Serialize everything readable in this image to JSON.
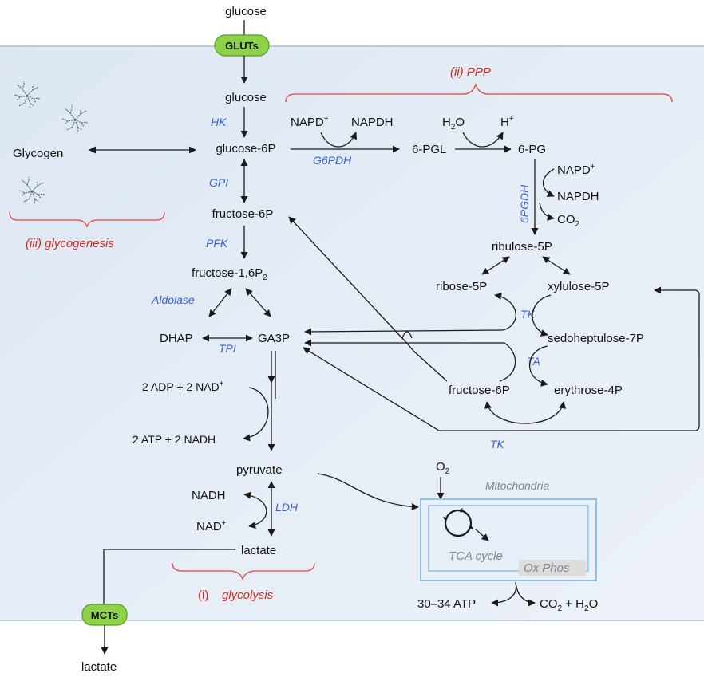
{
  "colors": {
    "cell_background": "#e4ecf6",
    "transporter_fill": "#8ed24a",
    "enzyme_text": "#3a5fcd",
    "section_label": "#d0281c",
    "mitochondria_border": "#8ec2ea",
    "mitochondria_label": "#7e8591"
  },
  "transporters": {
    "gluts": "GLUTs",
    "mcts": "MCTs"
  },
  "metabolites": {
    "glucose_out": "glucose",
    "glucose_in": "glucose",
    "glucose_6p": "glucose-6P",
    "fructose_6p": "fructose-6P",
    "fructose_16p2_base": "fructose-1,6P",
    "fructose_16p2_sub": "2",
    "dhap": "DHAP",
    "ga3p": "GA3P",
    "pyruvate": "pyruvate",
    "lactate_in": "lactate",
    "lactate_out": "lactate",
    "glycogen": "Glycogen",
    "pgl": "6-PGL",
    "pg": "6-PG",
    "ribulose_5p": "ribulose-5P",
    "ribose_5p": "ribose-5P",
    "xylulose_5p": "xylulose-5P",
    "sedoheptulose_7p": "sedoheptulose-7P",
    "fructose_6p_ppp": "fructose-6P",
    "erythrose_4p": "erythrose-4P"
  },
  "cofactors": {
    "napd_plus_1_base": "NAPD",
    "napd_plus_1_sup": "+",
    "napdh_1": "NAPDH",
    "h2o_base": "H",
    "h2o_sub": "2",
    "h2o_tail": "O",
    "h_plus_base": "H",
    "h_plus_sup": "+",
    "napd_plus_2_base": "NAPD",
    "napd_plus_2_sup": "+",
    "napdh_2": "NAPDH",
    "co2_base": "CO",
    "co2_sub": "2",
    "adp_nad": "2 ADP + 2 NAD",
    "adp_nad_sup": "+",
    "atp_nadh": "2 ATP + 2 NADH",
    "nadh": "NADH",
    "nad_plus_base": "NAD",
    "nad_plus_sup": "+",
    "o2_base": "O",
    "o2_sub": "2",
    "atp_yield": "30–34 ATP",
    "co2_h2o_a": "CO",
    "co2_h2o_sub1": "2",
    "co2_h2o_b": " + H",
    "co2_h2o_sub2": "2",
    "co2_h2o_c": "O"
  },
  "enzymes": {
    "hk": "HK",
    "gpi": "GPI",
    "pfk": "PFK",
    "aldolase": "Aldolase",
    "tpi": "TPI",
    "ldh": "LDH",
    "g6pdh": "G6PDH",
    "pgdh": "6PGDH",
    "tk_1": "TK",
    "ta": "TA",
    "tk_2": "TK"
  },
  "sections": {
    "ppp": "(ii)  PPP",
    "glycogenesis": "(iii)  glycogenesis",
    "glycolysis_num": "(i)",
    "glycolysis": "glycolysis"
  },
  "mitochondria": {
    "label": "Mitochondria",
    "tca": "TCA cycle",
    "oxphos": "Ox Phos"
  }
}
